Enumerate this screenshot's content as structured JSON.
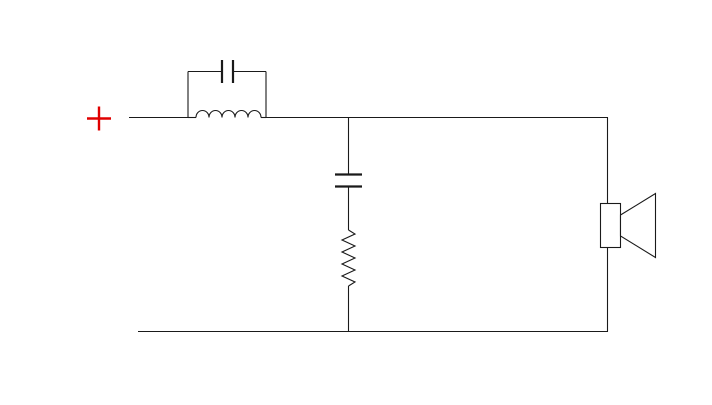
{
  "diagram": {
    "components": [
      {
        "id": "input-terminal",
        "kind": "terminal",
        "symbol": "+"
      },
      {
        "id": "c-bypass",
        "kind": "capacitor"
      },
      {
        "id": "l-series",
        "kind": "inductor"
      },
      {
        "id": "c-shunt",
        "kind": "capacitor"
      },
      {
        "id": "r-shunt",
        "kind": "resistor"
      },
      {
        "id": "speaker",
        "kind": "loudspeaker"
      }
    ],
    "connections": [
      [
        "input-terminal",
        "l-series"
      ],
      [
        "c-bypass",
        "l-series"
      ],
      [
        "l-series",
        "c-shunt"
      ],
      [
        "c-shunt",
        "r-shunt"
      ],
      [
        "l-series",
        "speaker"
      ],
      [
        "r-shunt",
        "ground-rail"
      ],
      [
        "speaker",
        "ground-rail"
      ]
    ],
    "colors": {
      "terminal": "#e00000",
      "line": "#1a1a1a",
      "background": "#ffffff"
    }
  }
}
